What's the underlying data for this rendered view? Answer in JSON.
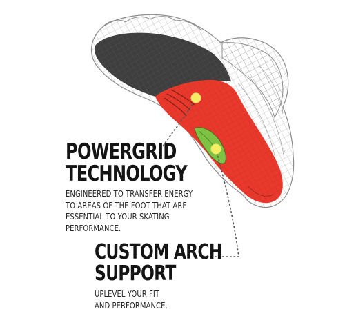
{
  "colors": {
    "insole_red": "#e8392c",
    "toe_gray": "#3e3e3e",
    "arch_green": "#7dc242",
    "marker_yellow": "#f4ec63",
    "text": "#141414",
    "mesh_line": "#9a9a9a"
  },
  "callouts": {
    "powergrid": {
      "title_line1": "POWERGRID",
      "title_line2": "TECHNOLOGY",
      "desc_line1": "ENGINEERED TO TRANSFER ENERGY",
      "desc_line2": "TO AREAS OF THE FOOT THAT ARE",
      "desc_line3": "ESSENTIAL TO YOUR SKATING",
      "desc_line4": "PERFORMANCE."
    },
    "arch": {
      "title_line1": "CUSTOM ARCH",
      "title_line2": "SUPPORT",
      "desc_line1": "UPLEVEL YOUR FIT",
      "desc_line2": "AND PERFORMANCE."
    }
  }
}
